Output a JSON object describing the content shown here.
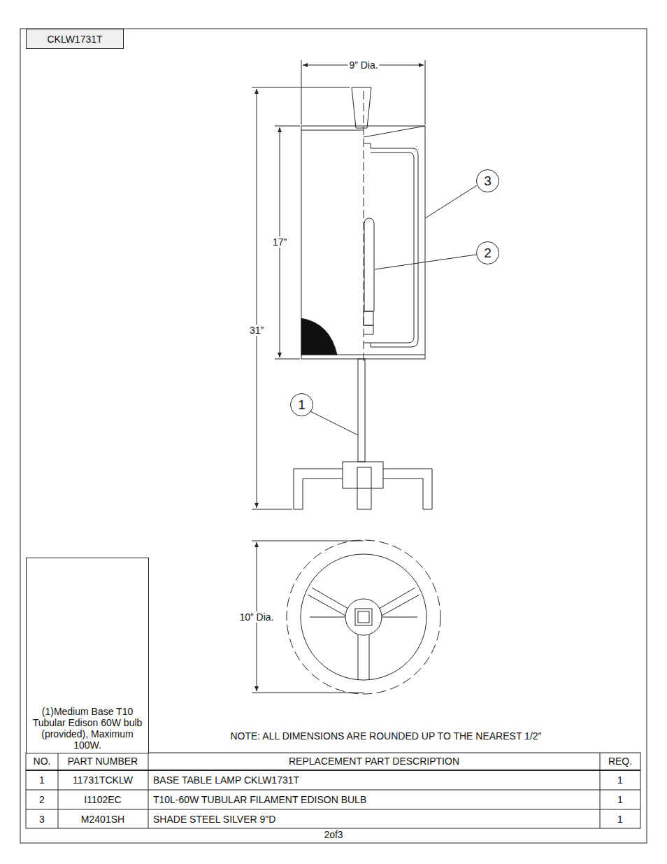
{
  "diagram": {
    "nodes": [
      {
        "text": [
          "CKLW1731T"
        ]
      },
      {
        "text": [
          "3"
        ]
      },
      {
        "text": [
          "2"
        ]
      },
      {
        "text": [
          "1"
        ]
      },
      {
        "text": [
          "(1)Medium Base T10 Tubular Edison 60W bulb (provided), Maximum 100W."
        ]
      }
    ],
    "labels": [
      "9” Dia.",
      "17”",
      "31”",
      "10” Dia.",
      "NOTE: ALL DIMENSIONS ARE ROUNDED UP TO THE NEAREST 1/2″",
      "NO.",
      "PART NUMBER",
      "REPLACEMENT PART DESCRIPTION",
      "REQ.",
      "1",
      "11731TCKLW",
      "BASE TABLE LAMP CKLW1731T",
      "1",
      "2",
      "I1102EC",
      "T10L-60W TUBULAR FILAMENT EDISON BULB",
      "1",
      "3",
      "M2401SH",
      "SHADE STEEL SILVER 9\"D",
      "1",
      "2of3"
    ]
  }
}
